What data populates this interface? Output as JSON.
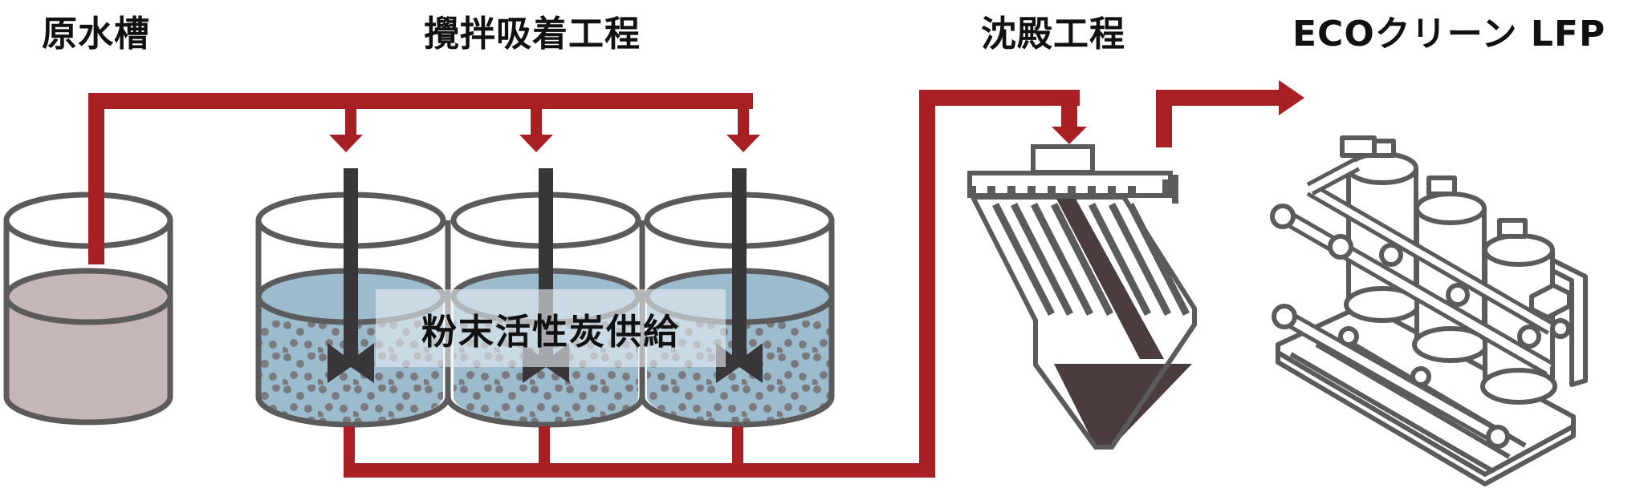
{
  "stages": {
    "raw_water_tank": "原水槽",
    "stirring_adsorption": "攪拌吸着工程",
    "sedimentation": "沈殿工程",
    "eco_clean_lfp": "ECOクリーン LFP"
  },
  "annotation": {
    "activated_carbon": "粉末活性炭供給"
  },
  "colors": {
    "pipe": "#a81f24",
    "outline": "#5b5b5b",
    "agitator": "#383638",
    "raw_water": "#c7b6b6",
    "treated_water": "#9cbbcc",
    "particles": "#7a7a7e",
    "sludge": "#4b3c3d"
  }
}
